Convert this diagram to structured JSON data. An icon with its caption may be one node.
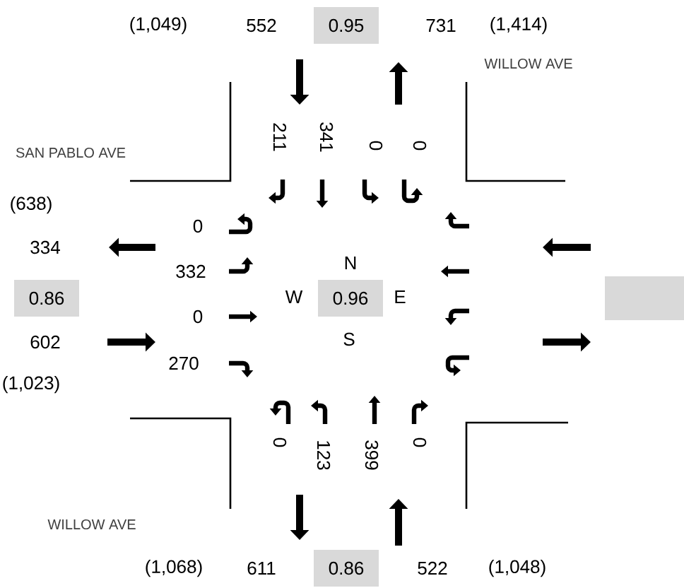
{
  "diagram": {
    "nodes": [
      {
        "text": [
          "0.95"
        ]
      },
      {
        "text": [
          "0.86"
        ]
      },
      {
        "text": [
          "0.96"
        ]
      },
      {
        "text": [],
        "shape": "box"
      },
      {
        "text": [
          "0.86"
        ]
      }
    ],
    "labels": [
      "(1,049)",
      "552",
      "731",
      "(1,414)",
      "WILLOW AVE",
      "211",
      "341",
      "0",
      "0",
      "SAN PABLO AVE",
      "(638)",
      "0",
      "334",
      "332",
      "N",
      "W",
      "E",
      "0",
      "602",
      "S",
      "270",
      "(1,023)",
      "0",
      "123",
      "399",
      "0",
      "WILLOW AVE",
      "(1,068)",
      "611",
      "522",
      "(1,048)"
    ]
  }
}
